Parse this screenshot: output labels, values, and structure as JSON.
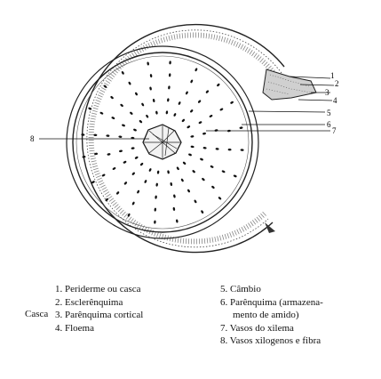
{
  "diagram": {
    "labels": {
      "l1": "1",
      "l2": "2",
      "l3": "3",
      "l4": "4",
      "l5": "5",
      "l6": "6",
      "l7": "7",
      "l8": "8"
    }
  },
  "legend": {
    "group_label": "Casca",
    "left": [
      "1. Periderme ou casca",
      "2. Esclerênquima",
      "3. Parênquima cortical",
      "4. Floema"
    ],
    "right": [
      "5. Câmbio",
      "6. Parênquima (armazena-",
      "mento de amido)",
      "7. Vasos do xilema",
      "8. Vasos xilogenos e fibra"
    ]
  }
}
